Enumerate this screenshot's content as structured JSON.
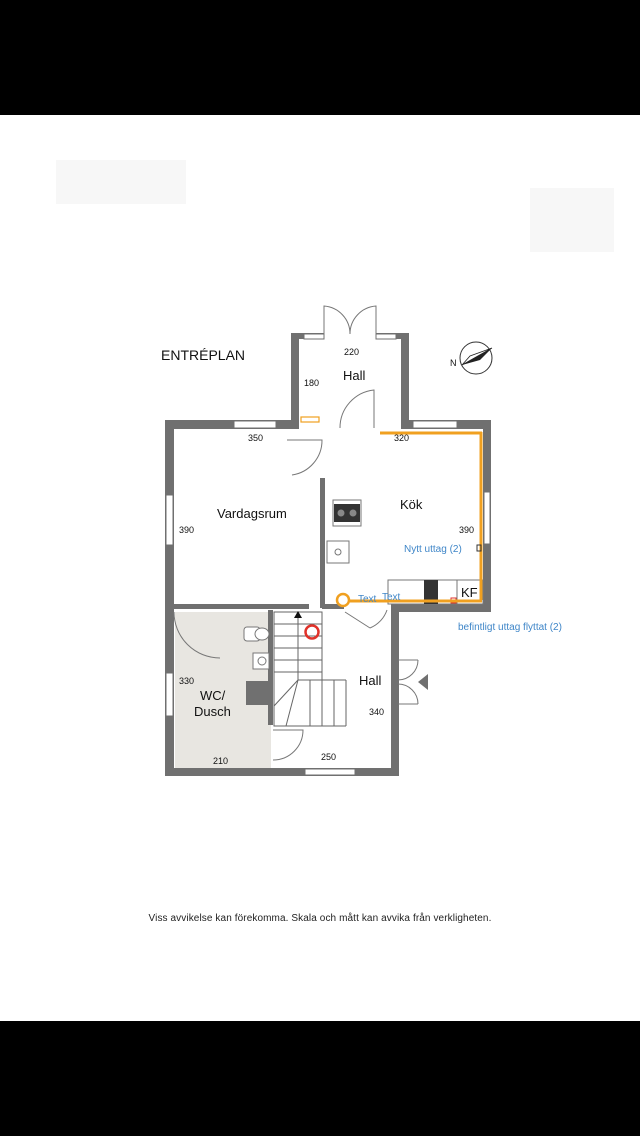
{
  "plan": {
    "title": "ENTRÉPLAN",
    "compass_label": "N",
    "rooms": {
      "hall_top": "Hall",
      "vardagsrum": "Vardagsrum",
      "kok": "Kök",
      "wc_line1": "WC/",
      "wc_line2": "Dusch",
      "hall_bottom": "Hall",
      "kf": "KF"
    },
    "dimensions": {
      "hall_top_width": "220",
      "hall_top_depth": "180",
      "vardagsrum_width": "350",
      "vardagsrum_depth": "390",
      "kok_width": "320",
      "kok_depth": "390",
      "wc_depth": "330",
      "wc_width": "210",
      "hall_bottom_width": "250",
      "hall_bottom_depth": "340"
    },
    "annotations": {
      "new_outlet": "Nytt uttag (2)",
      "text_1": "Text",
      "text_2": "Text",
      "moved_outlet": "befintligt uttag flyttat (2)"
    },
    "colors": {
      "wall": "#707070",
      "wet_room": "#e8e6e1",
      "marking": "#f0a020",
      "note_text": "#3f86c8",
      "circle_mark": "#e0322a"
    }
  },
  "footer": {
    "disclaimer": "Viss avvikelse kan förekomma. Skala och mått kan avvika från verkligheten."
  }
}
